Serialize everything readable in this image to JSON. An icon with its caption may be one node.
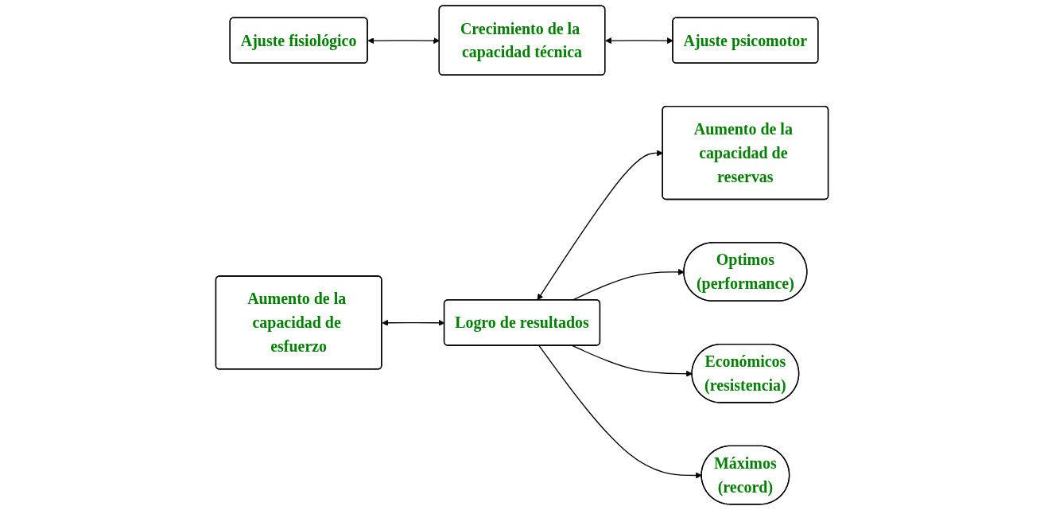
{
  "diagram": {
    "nodes": [
      {
        "text": [
          "Ajuste fisiológico"
        ]
      },
      {
        "text": [
          "Crecimiento de la capacidad técnica"
        ]
      },
      {
        "text": [
          "Ajuste psicomotor"
        ]
      },
      {
        "text": [
          "Aumento de la capacidad de esfuerzo"
        ]
      },
      {
        "text": [
          "Logro de resultados"
        ]
      },
      {
        "text": [
          "Aumento de la capacidad de reservas"
        ]
      },
      {
        "text": [
          "Optimos",
          "(performance)"
        ]
      },
      {
        "text": [
          "Económicos",
          "(resistencia)"
        ]
      },
      {
        "text": [
          "Máximos",
          "(record)"
        ]
      }
    ],
    "edges": [
      {
        "from": 0,
        "to": 1,
        "arrow": "both"
      },
      {
        "from": 1,
        "to": 2,
        "arrow": "both"
      },
      {
        "from": 3,
        "to": 4,
        "arrow": "both"
      },
      {
        "from": 4,
        "to": 5,
        "arrow": "both"
      },
      {
        "from": 4,
        "to": 6,
        "arrow": "to"
      },
      {
        "from": 4,
        "to": 7,
        "arrow": "to"
      },
      {
        "from": 4,
        "to": 8,
        "arrow": "to"
      }
    ]
  }
}
